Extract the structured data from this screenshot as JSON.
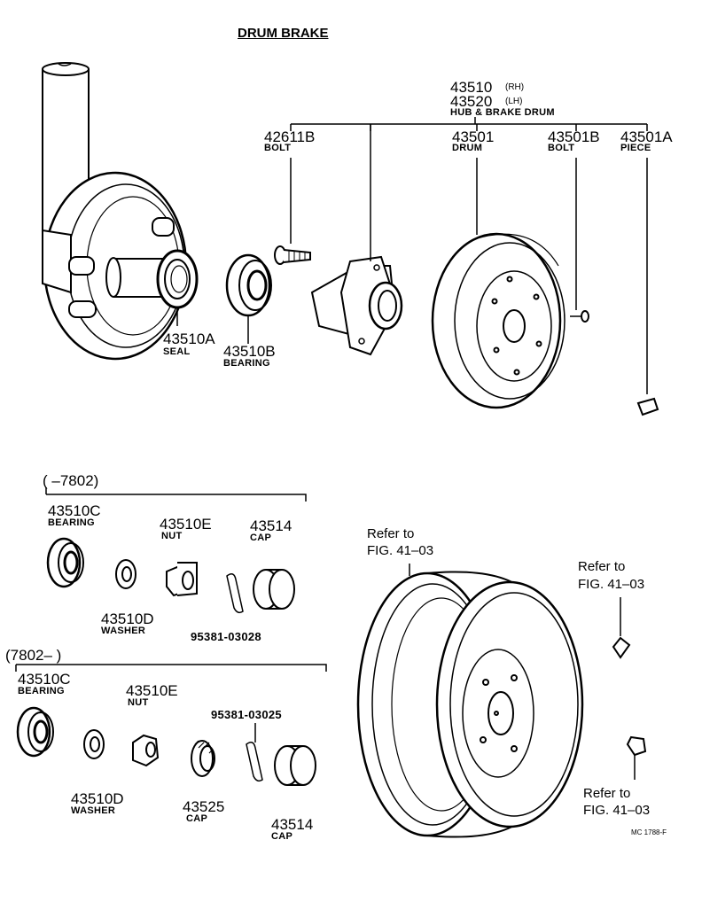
{
  "title": "DRUM BRAKE",
  "hub_assembly": {
    "num_rh": "43510",
    "side_rh": "(RH)",
    "num_lh": "43520",
    "side_lh": "(LH)",
    "name": "HUB & BRAKE DRUM"
  },
  "parts_top": {
    "bolt_42611b": {
      "num": "42611B",
      "name": "BOLT"
    },
    "drum": {
      "num": "43501",
      "name": "DRUM"
    },
    "bolt_43501b": {
      "num": "43501B",
      "name": "BOLT"
    },
    "piece": {
      "num": "43501A",
      "name": "PIECE"
    },
    "seal": {
      "num": "43510A",
      "name": "SEAL"
    },
    "bearing_b": {
      "num": "43510B",
      "name": "BEARING"
    }
  },
  "group1": {
    "range": "(        –7802)",
    "bearing": {
      "num": "43510C",
      "name": "BEARING"
    },
    "nut": {
      "num": "43510E",
      "name": "NUT"
    },
    "cap": {
      "num": "43514",
      "name": "CAP"
    },
    "washer": {
      "num": "43510D",
      "name": "WASHER"
    },
    "pin": "95381-03028"
  },
  "group2": {
    "range": "(7802–         )",
    "bearing": {
      "num": "43510C",
      "name": "BEARING"
    },
    "nut": {
      "num": "43510E",
      "name": "NUT"
    },
    "pin": "95381-03025",
    "washer": {
      "num": "43510D",
      "name": "WASHER"
    },
    "cap_a": {
      "num": "43525",
      "name": "CAP"
    },
    "cap_b": {
      "num": "43514",
      "name": "CAP"
    }
  },
  "refs": {
    "wheel": {
      "line1": "Refer to",
      "line2": "FIG. 41–03"
    },
    "valve": {
      "line1": "Refer to",
      "line2": "FIG. 41–03"
    },
    "nut": {
      "line1": "Refer to",
      "line2": "FIG. 41–03"
    }
  },
  "code": "MC 1788-F"
}
